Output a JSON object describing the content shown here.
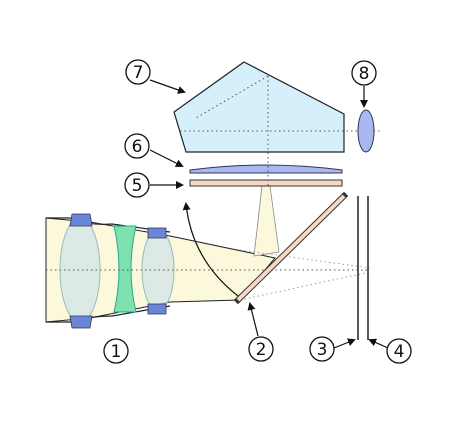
{
  "diagram": {
    "callouts": [
      {
        "id": "lens",
        "label": "1"
      },
      {
        "id": "reflex-mirror",
        "label": "2"
      },
      {
        "id": "shutter",
        "label": "3"
      },
      {
        "id": "image-sensor",
        "label": "4"
      },
      {
        "id": "focusing-screen",
        "label": "5"
      },
      {
        "id": "condenser-lens",
        "label": "6"
      },
      {
        "id": "pentaprism",
        "label": "7"
      },
      {
        "id": "eyepiece",
        "label": "8"
      }
    ]
  }
}
